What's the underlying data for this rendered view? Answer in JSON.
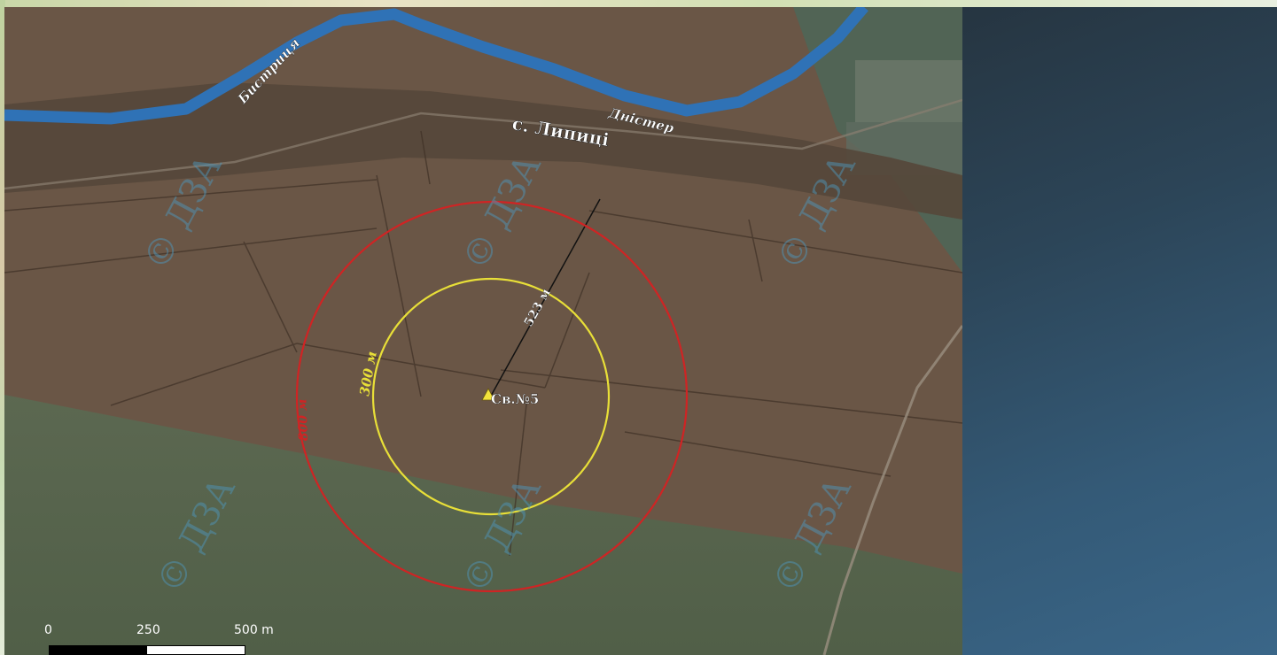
{
  "map": {
    "village_label": "с. Липиці",
    "river_label_bystrytsia": "Бистриця",
    "river_label_dnister": "Дністер",
    "well_label": "Св.№5",
    "distance_label": "523 м",
    "yellow_zone_label": "300 м",
    "red_zone_label": "800 м",
    "watermark_text": "© ДЗА",
    "colors": {
      "river": "#2f72b6",
      "yellow_zone": "#e8df38",
      "red_zone": "#cf2424",
      "well_marker": "#f1e23c",
      "watermark": "#4f95b8"
    }
  },
  "scale": {
    "label_0": "0",
    "label_250": "250",
    "label_500": "500 m"
  }
}
